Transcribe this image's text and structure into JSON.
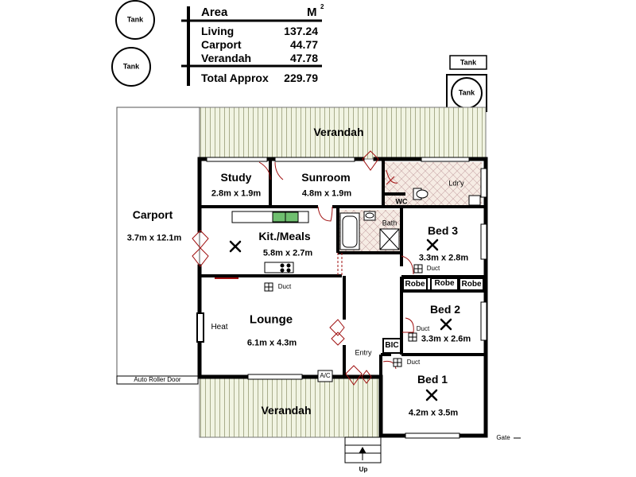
{
  "area_table": {
    "header_label": "Area",
    "header_unit": "M",
    "unit_superscript": "2",
    "rows": [
      {
        "label": "Living",
        "value": "137.24"
      },
      {
        "label": "Carport",
        "value": "44.77"
      },
      {
        "label": "Verandah",
        "value": "47.78"
      }
    ],
    "total_label": "Total Approx",
    "total_value": "229.79"
  },
  "tanks": {
    "left_top": "Tank",
    "left_bottom": "Tank",
    "right_label": "Tank",
    "right_circle": "Tank"
  },
  "rooms": {
    "verandah_top": "Verandah",
    "verandah_bottom": "Verandah",
    "carport": {
      "name": "Carport",
      "dims": "3.7m x 12.1m"
    },
    "study": {
      "name": "Study",
      "dims": "2.8m x 1.9m"
    },
    "sunroom": {
      "name": "Sunroom",
      "dims": "4.8m x 1.9m"
    },
    "laundry": "Ldr'y",
    "wc": "WC",
    "bath": "Bath",
    "kitchen": {
      "name": "Kit./Meals",
      "dims": "5.8m x 2.7m"
    },
    "bed3": {
      "name": "Bed 3",
      "dims": "3.3m x 2.8m"
    },
    "robe1": "Robe",
    "robe2": "Robe",
    "robe3": "Robe",
    "lounge": {
      "name": "Lounge",
      "dims": "6.1m x 4.3m"
    },
    "bed2": {
      "name": "Bed 2",
      "dims": "3.3m x 2.6m"
    },
    "bic": "BIC",
    "entry": "Entry",
    "bed1": {
      "name": "Bed 1",
      "dims": "4.2m x 3.5m"
    }
  },
  "fixtures": {
    "heat": "Heat",
    "duct_bed3": "Duct",
    "duct_kitchen": "Duct",
    "duct_bed2": "Duct",
    "duct_entry": "Duct",
    "ac": "A/C",
    "auto_roller_door": "Auto Roller Door",
    "gate": "Gate",
    "up": "Up"
  }
}
